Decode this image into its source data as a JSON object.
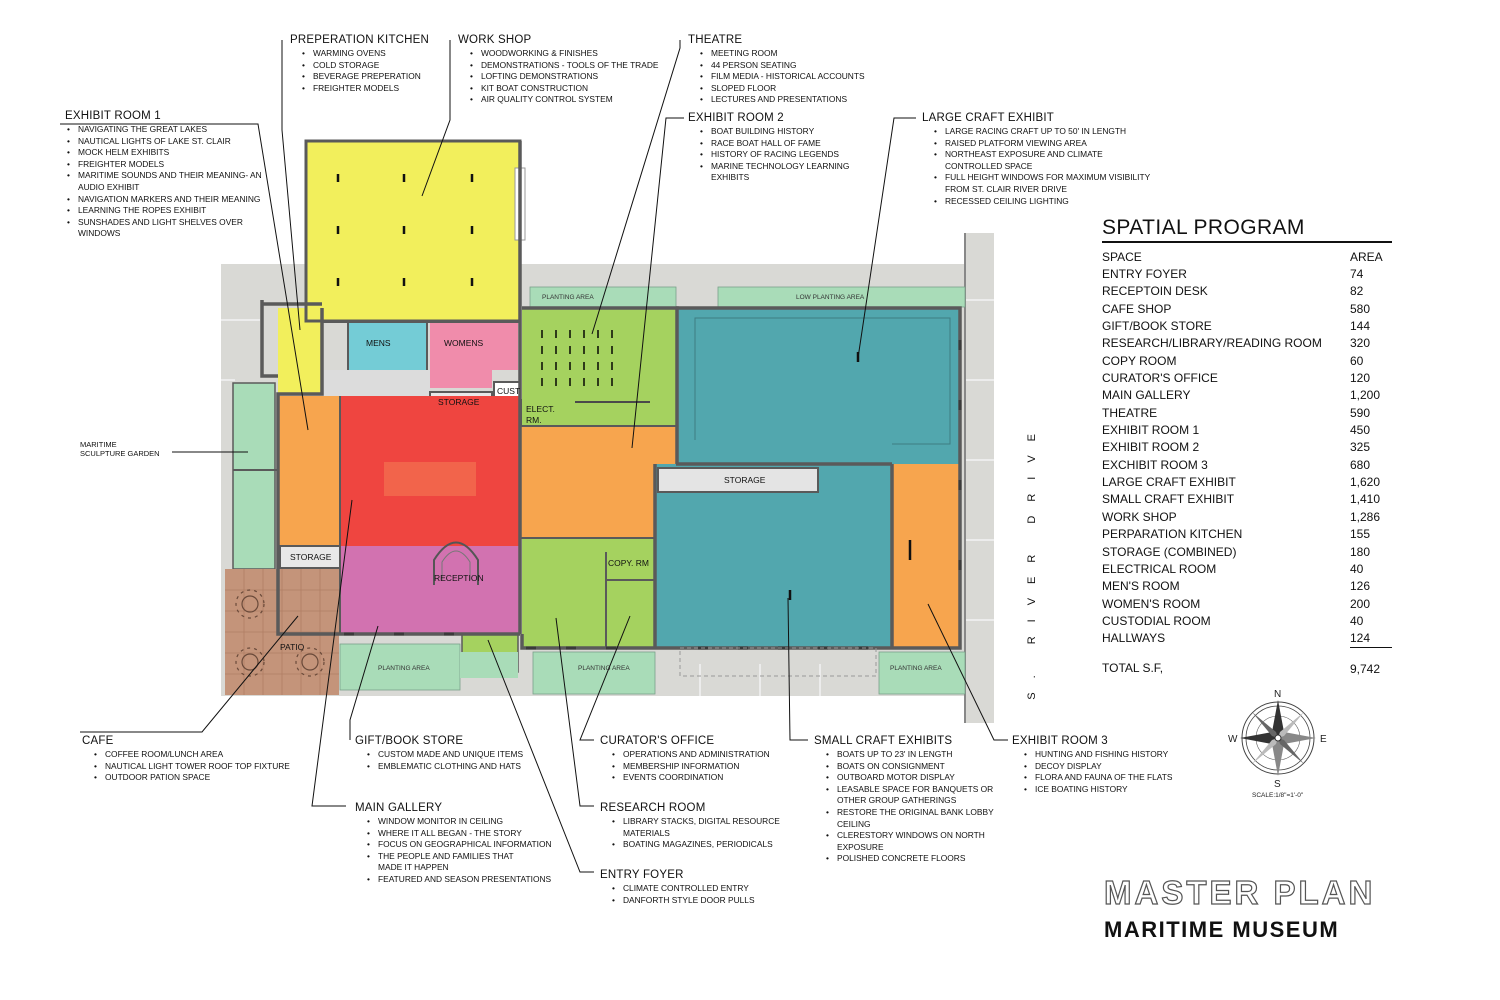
{
  "plan": {
    "rooms": {
      "mens": "MENS",
      "womens": "WOMENS",
      "cust": "CUST",
      "storage_top": "STORAGE",
      "elect_1": "ELECT.",
      "elect_2": "RM.",
      "storage_mid": "STORAGE",
      "storage_left": "STORAGE",
      "copy_rm": "COPY. RM",
      "reception": "RECEPTION",
      "patio": "PATIO",
      "planting_top": "PLANTING AREA",
      "low_planting": "LOW PLANTING AREA",
      "planting_b1": "PLANTING AREA",
      "planting_b2": "PLANTING AREA",
      "planting_b3": "PLANTING AREA"
    },
    "garden_label_1": "MARITIME",
    "garden_label_2": "SCULPTURE GARDEN",
    "street": "S. RIVER DRIVE",
    "compass": {
      "n": "N",
      "s": "S",
      "e": "E",
      "w": "W"
    },
    "scale": "SCALE:1/8\"=1'-0\""
  },
  "notes": {
    "prep_kitchen": {
      "title": "PREPERATION KITCHEN",
      "items": [
        "WARMING OVENS",
        "COLD STORAGE",
        "BEVERAGE PREPERATION",
        "FREIGHTER MODELS"
      ]
    },
    "work_shop": {
      "title": "WORK SHOP",
      "items": [
        "WOODWORKING & FINISHES",
        "DEMONSTRATIONS -  TOOLS OF THE TRADE",
        "LOFTING DEMONSTRATIONS",
        "KIT BOAT CONSTRUCTION",
        "AIR QUALITY CONTROL SYSTEM"
      ]
    },
    "theatre": {
      "title": "THEATRE",
      "items": [
        "MEETING ROOM",
        "44 PERSON SEATING",
        "FILM MEDIA - HISTORICAL ACCOUNTS",
        "SLOPED FLOOR",
        "LECTURES AND PRESENTATIONS"
      ]
    },
    "exhibit1": {
      "title": "EXHIBIT ROOM 1",
      "items": [
        "NAVIGATING THE GREAT LAKES",
        "NAUTICAL LIGHTS OF LAKE ST. CLAIR",
        "MOCK HELM EXHIBITS",
        "FREIGHTER MODELS",
        "MARITIME SOUNDS AND THEIR MEANING- AN AUDIO EXHIBIT",
        "NAVIGATION MARKERS AND THEIR MEANING",
        "LEARNING THE ROPES EXHIBIT",
        "SUNSHADES AND LIGHT SHELVES OVER WINDOWS"
      ]
    },
    "exhibit2": {
      "title": "EXHIBIT ROOM 2",
      "items": [
        "BOAT BUILDING HISTORY",
        "RACE BOAT HALL OF FAME",
        "HISTORY OF RACING LEGENDS",
        "MARINE TECHNOLOGY LEARNING EXHIBITS"
      ]
    },
    "large_craft": {
      "title": "LARGE CRAFT EXHIBIT",
      "items": [
        "LARGE RACING CRAFT UP TO 50' IN LENGTH",
        "RAISED PLATFORM VIEWING AREA",
        "NORTHEAST EXPOSURE AND CLIMATE CONTROLLED SPACE",
        "FULL HEIGHT WINDOWS FOR MAXIMUM VISIBILITY FROM ST. CLAIR RIVER DRIVE",
        "RECESSED CEILING LIGHTING"
      ]
    },
    "cafe": {
      "title": "CAFE",
      "items": [
        "COFFEE ROOM/LUNCH AREA",
        "NAUTICAL LIGHT TOWER ROOF TOP FIXTURE",
        "OUTDOOR PATION SPACE"
      ]
    },
    "gift": {
      "title": "GIFT/BOOK STORE",
      "items": [
        "CUSTOM MADE AND UNIQUE ITEMS",
        "EMBLEMATIC CLOTHING AND HATS"
      ]
    },
    "curator": {
      "title": "CURATOR'S OFFICE",
      "items": [
        "OPERATIONS AND ADMINISTRATION",
        "MEMBERSHIP INFORMATION",
        "EVENTS COORDINATION"
      ]
    },
    "small_craft": {
      "title": "SMALL CRAFT EXHIBITS",
      "items": [
        "BOATS UP TO 23' IN LENGTH",
        "BOATS ON CONSIGNMENT",
        "OUTBOARD MOTOR DISPLAY",
        "LEASABLE SPACE FOR BANQUETS OR OTHER GROUP GATHERINGS",
        "RESTORE THE ORIGINAL BANK LOBBY CEILING",
        "CLERESTORY WINDOWS ON NORTH EXPOSURE",
        "POLISHED CONCRETE FLOORS"
      ]
    },
    "exhibit3": {
      "title": "EXHIBIT ROOM 3",
      "items": [
        "HUNTING AND FISHING HISTORY",
        "DECOY DISPLAY",
        "FLORA AND FAUNA OF THE FLATS",
        "ICE BOATING HISTORY"
      ]
    },
    "main_gallery": {
      "title": "MAIN GALLERY",
      "items": [
        "WINDOW MONITOR IN CEILING",
        "WHERE IT ALL BEGAN - THE STORY",
        "FOCUS ON GEOGRAPHICAL INFORMATION",
        "THE PEOPLE AND FAMILIES THAT MADE IT HAPPEN",
        "FEATURED AND SEASON PRESENTATIONS"
      ]
    },
    "research": {
      "title": "RESEARCH ROOM",
      "items": [
        "LIBRARY STACKS, DIGITAL RESOURCE MATERIALS",
        "BOATING MAGAZINES, PERIODICALS"
      ]
    },
    "entry": {
      "title": "ENTRY FOYER",
      "items": [
        "CLIMATE CONTROLLED ENTRY",
        "DANFORTH STYLE DOOR PULLS"
      ]
    }
  },
  "program": {
    "title": "SPATIAL PROGRAM",
    "header": {
      "space": "SPACE",
      "area": "AREA"
    },
    "rows": [
      {
        "space": "ENTRY FOYER",
        "area": "74"
      },
      {
        "space": "RECEPTOIN DESK",
        "area": "82"
      },
      {
        "space": "CAFE SHOP",
        "area": "580"
      },
      {
        "space": "GIFT/BOOK STORE",
        "area": "144"
      },
      {
        "space": "RESEARCH/LIBRARY/READING ROOM",
        "area": "320"
      },
      {
        "space": "COPY ROOM",
        "area": "60"
      },
      {
        "space": "CURATOR'S OFFICE",
        "area": "120"
      },
      {
        "space": "MAIN GALLERY",
        "area": "1,200"
      },
      {
        "space": "THEATRE",
        "area": "590"
      },
      {
        "space": "EXHIBIT ROOM 1",
        "area": "450"
      },
      {
        "space": "EXHIBIT ROOM 2",
        "area": "325"
      },
      {
        "space": "EXCHIBIT ROOM 3",
        "area": "680"
      },
      {
        "space": "LARGE CRAFT EXHIBIT",
        "area": "1,620"
      },
      {
        "space": "SMALL CRAFT EXHIBIT",
        "area": "1,410"
      },
      {
        "space": "WORK SHOP",
        "area": "1,286"
      },
      {
        "space": "PERPARATION KITCHEN",
        "area": "155"
      },
      {
        "space": "STORAGE (COMBINED)",
        "area": "180"
      },
      {
        "space": "ELECTRICAL ROOM",
        "area": "40"
      },
      {
        "space": "MEN'S ROOM",
        "area": "126"
      },
      {
        "space": "WOMEN'S ROOM",
        "area": "200"
      },
      {
        "space": "CUSTODIAL ROOM",
        "area": "40"
      },
      {
        "space": "HALLWAYS",
        "area": "124"
      }
    ],
    "total": {
      "space": "TOTAL S.F,",
      "area": "9,742"
    }
  },
  "title": {
    "main": "MASTER PLAN",
    "sub": "MARITIME  MUSEUM"
  },
  "colors": {
    "yellow": "#f2ef5c",
    "orange": "#f7a54e",
    "red": "#ef4540",
    "magenta": "#d272b0",
    "green": "#a5d25f",
    "teal": "#52a7ae",
    "cyan": "#74ccd6",
    "pink": "#f08cab",
    "mint": "#a9dcb8",
    "paving": "#d9d9d5",
    "patio": "#c4947a",
    "wall": "#5a5a5a"
  }
}
